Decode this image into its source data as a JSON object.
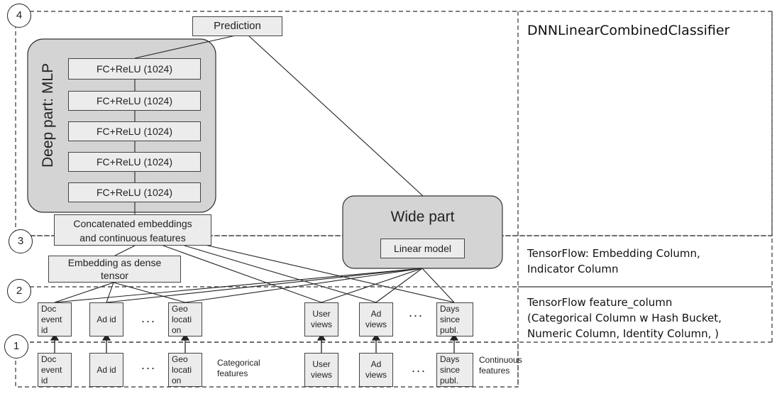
{
  "title": "DNNLinearCombinedClassifier",
  "layer_labels": {
    "l1": "TensorFlow: Embedding Column,",
    "l2": "Indicator Column",
    "l3": "TensorFlow feature_column",
    "l4": "(Categorical Column w Hash Bucket,",
    "l5": "Numeric Column, Identity Column, )"
  },
  "circles": [
    "1",
    "2",
    "3",
    "4"
  ],
  "prediction": "Prediction",
  "deep_part": "Deep part: MLP",
  "fc_layers": [
    "FC+ReLU (1024)",
    "FC+ReLU (1024)",
    "FC+ReLU (1024)",
    "FC+ReLU (1024)",
    "FC+ReLU (1024)"
  ],
  "concat": {
    "line1": "Concatenated embeddings",
    "line2": "and continuous features"
  },
  "embedding": {
    "line1": "Embedding as dense",
    "line2": "tensor"
  },
  "wide": {
    "title": "Wide part",
    "linear": "Linear model"
  },
  "ellipsis": "...",
  "fc_features": [
    "Doc event id",
    "Ad id",
    "Geo locati on",
    "User views",
    "Ad views",
    "Days since publ."
  ],
  "raw_features": [
    "Doc event id",
    "Ad id",
    "Geo locati on",
    "User views",
    "Ad views",
    "Days since publ."
  ],
  "feature_lines": {
    "doc": [
      "Doc",
      "event",
      "id"
    ],
    "ad": "Ad id",
    "geo": [
      "Geo",
      "locati",
      "on"
    ],
    "user": [
      "User",
      "views"
    ],
    "adv": [
      "Ad",
      "views"
    ],
    "days": [
      "Days",
      "since",
      "publ."
    ]
  },
  "categorical_label": [
    "Categorical",
    "features"
  ],
  "continuous_label": [
    "Continuous",
    "features"
  ]
}
